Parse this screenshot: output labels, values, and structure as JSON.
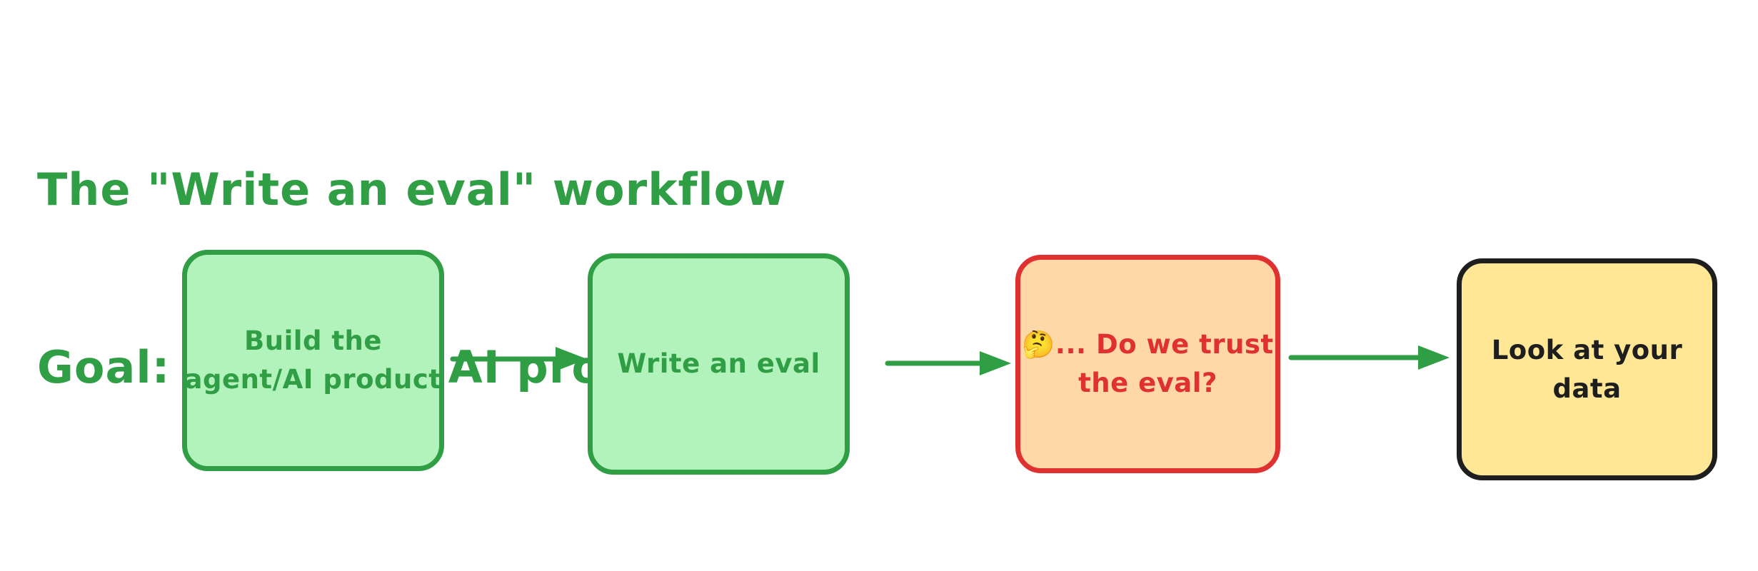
{
  "title": {
    "lines": [
      "The \"Write an eval\" workflow",
      "Goal: A reliable AI product"
    ],
    "color": "#2f9e44"
  },
  "flow": {
    "nodes": [
      {
        "name": "build-agent-product",
        "lines": [
          "Build the",
          "agent/AI product"
        ],
        "fill": "#b2f2bb",
        "border": "#2f9e44",
        "text_color": "#2f9e44"
      },
      {
        "name": "write-an-eval",
        "lines": [
          "Write an eval"
        ],
        "fill": "#b2f2bb",
        "border": "#2f9e44",
        "text_color": "#2f9e44"
      },
      {
        "name": "do-we-trust-the-eval",
        "lines": [
          "🤔... Do we trust",
          "the eval?"
        ],
        "fill": "#ffd8a8",
        "border": "#e03131",
        "text_color": "#e03131"
      },
      {
        "name": "look-at-your-data",
        "lines": [
          "Look at your",
          "data"
        ],
        "fill": "#ffe796",
        "border": "#1e1e1e",
        "text_color": "#1e1e1e"
      }
    ],
    "connectors": [
      {
        "from": "build-agent-product",
        "to": "write-an-eval",
        "color": "#2f9e44"
      },
      {
        "from": "write-an-eval",
        "to": "do-we-trust-the-eval",
        "color": "#2f9e44"
      },
      {
        "from": "do-we-trust-the-eval",
        "to": "look-at-your-data",
        "color": "#2f9e44"
      }
    ]
  }
}
